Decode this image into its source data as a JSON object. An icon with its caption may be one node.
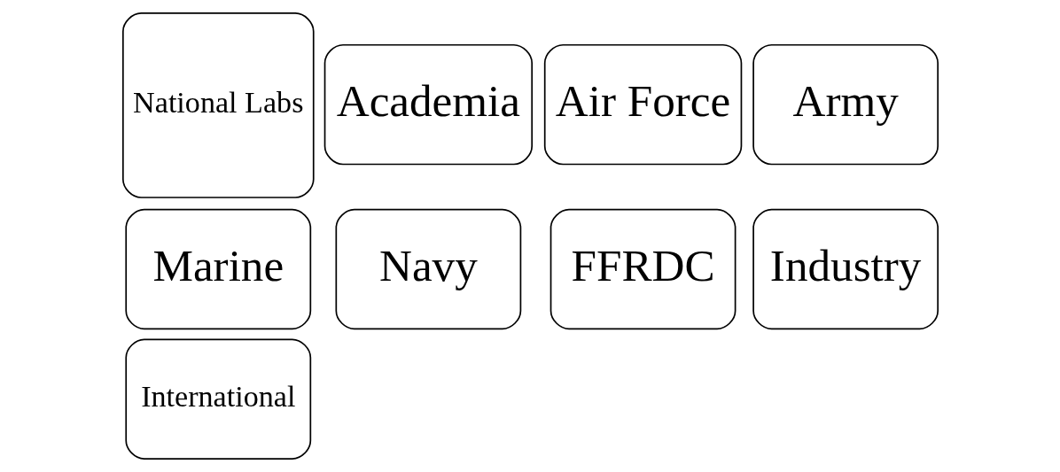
{
  "diagram": {
    "nodes": [
      {
        "text": [
          "Air Force"
        ]
      },
      {
        "text": [
          "Army"
        ]
      },
      {
        "text": [
          "Marine"
        ]
      },
      {
        "text": [
          "Navy"
        ]
      },
      {
        "text": [
          "Academia"
        ]
      },
      {
        "text": [
          "FFRDC"
        ]
      },
      {
        "text": [
          "Industry"
        ]
      },
      {
        "text": [
          "International"
        ]
      },
      {
        "text": [
          "National Labs"
        ]
      }
    ]
  }
}
